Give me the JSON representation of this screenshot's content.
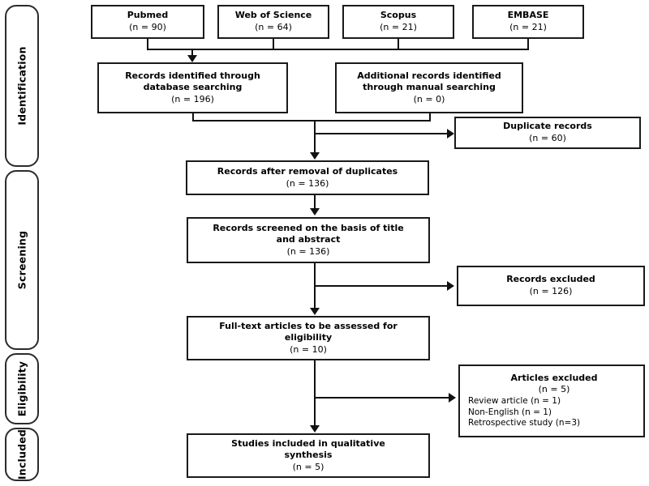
{
  "diagram": {
    "title": "PRISMA study selection flow diagram",
    "type": "prisma-flowchart",
    "colors": {
      "background": "#ffffff",
      "border": "#1a1a1a",
      "connector": "#111111",
      "text": "#000000"
    }
  },
  "stages": [
    {
      "id": "identification",
      "label": "Identification"
    },
    {
      "id": "screening",
      "label": "Screening"
    },
    {
      "id": "eligibility",
      "label": "Eligibility"
    },
    {
      "id": "included",
      "label": "Included"
    }
  ],
  "sources": [
    {
      "id": "pubmed",
      "name": "Pubmed",
      "count": "(n = 90)"
    },
    {
      "id": "web-of-science",
      "name": "Web of Science",
      "count": "(n = 64)"
    },
    {
      "id": "scopus",
      "name": "Scopus",
      "count": "(n = 21)"
    },
    {
      "id": "embase",
      "name": "EMBASE",
      "count": "(n = 21)"
    }
  ],
  "nodes": {
    "database_search": {
      "title": "Records identified through\ndatabase searching",
      "count": "(n = 196)"
    },
    "manual_search": {
      "title": "Additional records identified\nthrough manual searching",
      "count": "(n = 0)"
    },
    "duplicates": {
      "title": "Duplicate records",
      "count": "(n = 60)"
    },
    "after_duplicates": {
      "title": "Records after removal of duplicates",
      "count": "(n = 136)"
    },
    "screened": {
      "title": "Records screened on the basis of title\nand abstract",
      "count": "(n = 136)"
    },
    "records_excluded": {
      "title": "Records excluded",
      "count": "(n = 126)"
    },
    "full_text": {
      "title": "Full-text articles to be assessed for\neligibility",
      "count": "(n = 10)"
    },
    "articles_excluded": {
      "title": "Articles excluded",
      "count": "(n = 5)",
      "reasons": [
        "Review article (n = 1)",
        "Non-English (n = 1)",
        "Retrospective study (n=3)"
      ]
    },
    "included_studies": {
      "title": "Studies included in qualitative\nsynthesis",
      "count": "(n = 5)"
    }
  },
  "chart_data": {
    "type": "diagram",
    "title": "PRISMA flow of information through the review",
    "stages": [
      "Identification",
      "Screening",
      "Eligibility",
      "Included"
    ],
    "records": [
      {
        "step": "Pubmed",
        "n": 90
      },
      {
        "step": "Web of Science",
        "n": 64
      },
      {
        "step": "Scopus",
        "n": 21
      },
      {
        "step": "EMBASE",
        "n": 21
      },
      {
        "step": "Records identified through database searching",
        "n": 196
      },
      {
        "step": "Additional records identified through manual searching",
        "n": 0
      },
      {
        "step": "Duplicate records",
        "n": 60
      },
      {
        "step": "Records after removal of duplicates",
        "n": 136
      },
      {
        "step": "Records screened on the basis of title and abstract",
        "n": 136
      },
      {
        "step": "Records excluded",
        "n": 126
      },
      {
        "step": "Full-text articles to be assessed for eligibility",
        "n": 10
      },
      {
        "step": "Articles excluded",
        "n": 5
      },
      {
        "step": "Review article",
        "n": 1
      },
      {
        "step": "Non-English",
        "n": 1
      },
      {
        "step": "Retrospective study",
        "n": 3
      },
      {
        "step": "Studies included in qualitative synthesis",
        "n": 5
      }
    ]
  }
}
